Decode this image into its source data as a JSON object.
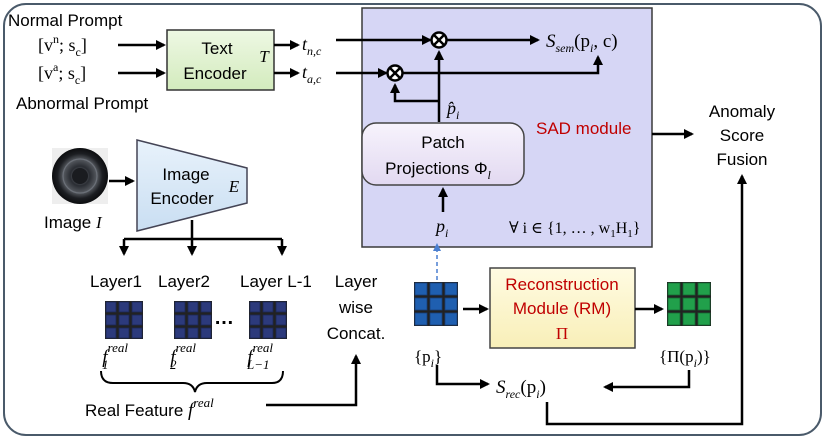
{
  "prompts": {
    "normal_label": "Normal Prompt",
    "normal_vec": "[v",
    "normal_sup": "n",
    "normal_vec_tail": "; s",
    "normal_sub": "c",
    "normal_close": "]",
    "abnormal_label": "Abnormal Prompt",
    "abnormal_vec": "[v",
    "abnormal_sup": "a",
    "abnormal_vec_tail": "; s",
    "abnormal_sub": "c",
    "abnormal_close": "]"
  },
  "text_encoder": {
    "line1": "Text",
    "line2": "Encoder",
    "symbol": "T"
  },
  "text_features": {
    "normal_t": "t",
    "normal_sub": "n,c",
    "abnormal_t": "t",
    "abnormal_sub": "a,c"
  },
  "sad": {
    "module_label": "SAD module",
    "output_S": "S",
    "output_sub": "sem",
    "output_args": "(p",
    "output_args_sub": "i",
    "output_args_tail": ", c)",
    "phat": "p̂",
    "phat_sub": "i",
    "patch_proj_line1": "Patch",
    "patch_proj_line2": "Projections Φ",
    "patch_proj_sub": "l",
    "pi_p": "p",
    "pi_sub": "i",
    "forall": "∀ i ∈ {1, … , w",
    "forall_sub1": "1",
    "forall_mid": "H",
    "forall_sub2": "1",
    "forall_close": "}"
  },
  "fusion": {
    "line1": "Anomaly",
    "line2": "Score",
    "line3": "Fusion"
  },
  "image": {
    "label": "Image ",
    "symbol": "I"
  },
  "image_encoder": {
    "line1": "Image",
    "line2": "Encoder",
    "symbol": "E"
  },
  "layers": {
    "layer1": "Layer1",
    "layer2": "Layer2",
    "layerL": "Layer L-1",
    "ellipsis": "…",
    "f1_base": "f",
    "f1_sup": "real",
    "f1_sub": "1",
    "f2_base": "f",
    "f2_sup": "real",
    "f2_sub": "2",
    "fL_base": "f",
    "fL_sup": "real",
    "fL_sub": "L−1",
    "real_feature": "Real Feature ",
    "real_feature_f": "f",
    "real_feature_sup": "real"
  },
  "concat": {
    "line1": "Layer",
    "line2": "wise",
    "line3": "Concat."
  },
  "reconstruction": {
    "line1": "Reconstruction",
    "line2": "Module (RM)",
    "line3": "Π",
    "input_label": "{p",
    "input_sub": "i",
    "input_close": "}",
    "output_label": "{Π(p",
    "output_sub": "i",
    "output_close": ")}",
    "srec_S": "S",
    "srec_sub": "rec",
    "srec_args": "(p",
    "srec_args_sub": "i",
    "srec_close": ")"
  },
  "colors": {
    "background": "#ffffff",
    "frame_border": "#4a5a6a",
    "sad_fill": "#d6d6f5",
    "text_encoder_fill": "#dff0d0",
    "patch_proj_fill": "#ece6f6",
    "image_encoder_fill": "#d8e8f6",
    "reconstruction_fill": "#fcf5c9",
    "red_text": "#c00000",
    "blue_grid": "#1f5fb0",
    "green_grid": "#21a04b",
    "navy_grid": "#2c3a7c"
  }
}
